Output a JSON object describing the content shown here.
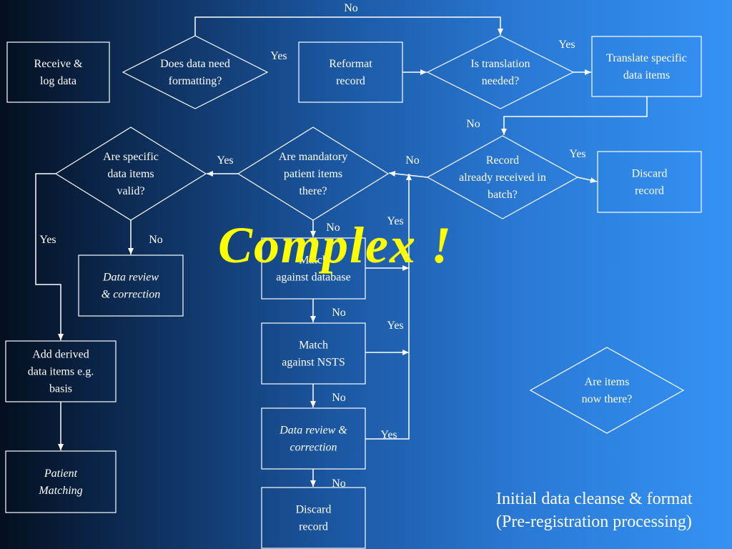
{
  "diagram": {
    "nodes": [
      {
        "id": "receive",
        "shape": "rect",
        "lines": [
          "Receive &",
          "log data"
        ],
        "italic": false
      },
      {
        "id": "needs_formatting",
        "shape": "diamond",
        "lines": [
          "Does data need",
          "formatting?"
        ],
        "italic": false
      },
      {
        "id": "reformat",
        "shape": "rect",
        "lines": [
          "Reformat",
          "record"
        ],
        "italic": false
      },
      {
        "id": "translation_needed",
        "shape": "diamond",
        "lines": [
          "Is translation",
          "needed?"
        ],
        "italic": false
      },
      {
        "id": "translate",
        "shape": "rect",
        "lines": [
          "Translate specific",
          "data items"
        ],
        "italic": false
      },
      {
        "id": "already_received",
        "shape": "diamond",
        "lines": [
          "Record",
          "already received in",
          "batch?"
        ],
        "italic": false
      },
      {
        "id": "discard_top",
        "shape": "rect",
        "lines": [
          "Discard",
          "record"
        ],
        "italic": false
      },
      {
        "id": "mandatory_items",
        "shape": "diamond",
        "lines": [
          "Are mandatory",
          "patient items",
          "there?"
        ],
        "italic": false
      },
      {
        "id": "items_valid",
        "shape": "diamond",
        "lines": [
          "Are specific",
          "data items",
          "valid?"
        ],
        "italic": false
      },
      {
        "id": "data_review_left",
        "shape": "rect",
        "lines": [
          "Data review",
          "& correction"
        ],
        "italic": true
      },
      {
        "id": "match_db",
        "shape": "rect",
        "lines": [
          "Match",
          "against database"
        ],
        "italic": false
      },
      {
        "id": "match_nsts",
        "shape": "rect",
        "lines": [
          "Match",
          "against NSTS"
        ],
        "italic": false
      },
      {
        "id": "data_review_mid",
        "shape": "rect",
        "lines": [
          "Data review &",
          "correction"
        ],
        "italic": true
      },
      {
        "id": "discard_bottom",
        "shape": "rect",
        "lines": [
          "Discard",
          "record"
        ],
        "italic": false
      },
      {
        "id": "add_derived",
        "shape": "rect",
        "lines": [
          "Add derived",
          "data items e.g.",
          "basis"
        ],
        "italic": false
      },
      {
        "id": "patient_matching",
        "shape": "rect",
        "lines": [
          "Patient",
          "Matching"
        ],
        "italic": true
      },
      {
        "id": "items_now_there",
        "shape": "diamond",
        "lines": [
          "Are items",
          "now there?"
        ],
        "italic": false
      }
    ],
    "edge_labels": [
      {
        "id": "no_skip_format",
        "text": "No"
      },
      {
        "id": "yes_format",
        "text": "Yes"
      },
      {
        "id": "yes_translate",
        "text": "Yes"
      },
      {
        "id": "no_translate",
        "text": "No"
      },
      {
        "id": "yes_discard_dup",
        "text": "Yes"
      },
      {
        "id": "no_not_dup",
        "text": "No"
      },
      {
        "id": "yes_mandatory",
        "text": "Yes"
      },
      {
        "id": "no_mandatory",
        "text": "No"
      },
      {
        "id": "yes_valid",
        "text": "Yes"
      },
      {
        "id": "no_valid",
        "text": "No"
      },
      {
        "id": "yes_match_db",
        "text": "Yes"
      },
      {
        "id": "no_match_db",
        "text": "No"
      },
      {
        "id": "yes_match_nsts",
        "text": "Yes"
      },
      {
        "id": "no_match_nsts",
        "text": "No"
      },
      {
        "id": "yes_review",
        "text": "Yes"
      },
      {
        "id": "no_review",
        "text": "No"
      }
    ]
  },
  "overlay_text": "Complex !",
  "caption": {
    "line1": "Initial data cleanse & format",
    "line2": "(Pre-registration processing)"
  },
  "colors": {
    "overlay": "#ffff00",
    "lines": "#ffffff",
    "text": "#ffffff"
  }
}
